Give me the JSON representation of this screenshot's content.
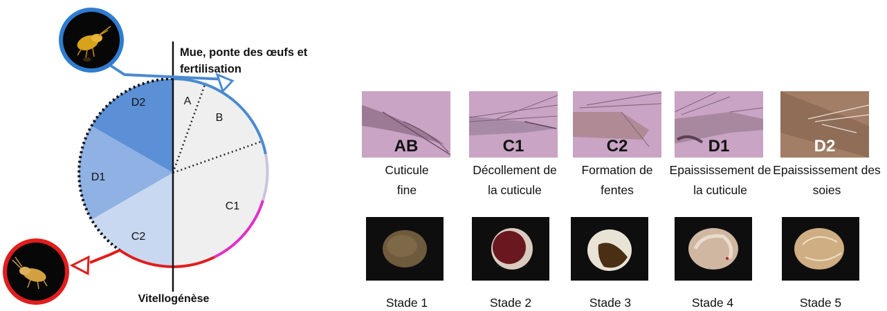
{
  "cycle": {
    "top_label": "Mue, ponte des œufs et fertilisation",
    "bottom_label": "Vitellogénèse",
    "segments": {
      "d2": "D2",
      "d1": "D1",
      "c2": "C2",
      "a": "A",
      "b": "B",
      "c1": "C1"
    }
  },
  "stages": [
    {
      "code": "AB",
      "description": "Cuticule fine",
      "code_color": "#111111"
    },
    {
      "code": "C1",
      "description": "Décollement de la cuticule",
      "code_color": "#111111"
    },
    {
      "code": "C2",
      "description": "Formation de fentes",
      "code_color": "#111111"
    },
    {
      "code": "D1",
      "description": "Epaississement de la cuticule",
      "code_color": "#111111"
    },
    {
      "code": "D2",
      "description": "Epaississement des soies",
      "code_color": "#ffffff"
    }
  ],
  "eggs": [
    {
      "label": "Stade 1"
    },
    {
      "label": "Stade 2"
    },
    {
      "label": "Stade 3"
    },
    {
      "label": "Stade 4"
    },
    {
      "label": "Stade 5"
    }
  ],
  "colors": {
    "d2": "#5b8fd6",
    "d1": "#8fb1e3",
    "c2": "#c7d8f0",
    "right_half": "#efefef",
    "arc_blue": "#4a8ad0",
    "arc_magenta": "#e030c8",
    "arc_red": "#e11d1d",
    "arc_lavender": "#cbc3dc"
  }
}
